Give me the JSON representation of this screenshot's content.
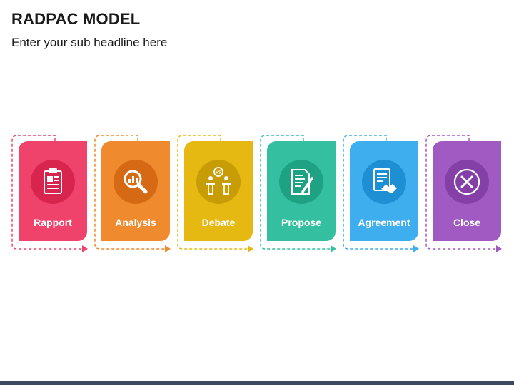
{
  "header": {
    "title": "RADPAC MODEL",
    "subtitle": "Enter your sub headline here"
  },
  "steps": [
    {
      "label": "Rapport",
      "color": "#f0436b",
      "dark": "#d8254e",
      "icon": "clipboard-icon"
    },
    {
      "label": "Analysis",
      "color": "#ef8a2f",
      "dark": "#d66a14",
      "icon": "magnifier-chart-icon"
    },
    {
      "label": "Debate",
      "color": "#e5b812",
      "dark": "#c79c05",
      "icon": "debate-podium-icon"
    },
    {
      "label": "Propose",
      "color": "#34c0a0",
      "dark": "#1fa183",
      "icon": "document-pen-icon"
    },
    {
      "label": "Agreement",
      "color": "#3eaeee",
      "dark": "#1d8fd2",
      "icon": "handshake-document-icon"
    },
    {
      "label": "Close",
      "color": "#a05ac1",
      "dark": "#8540a8",
      "icon": "close-x-icon"
    }
  ]
}
